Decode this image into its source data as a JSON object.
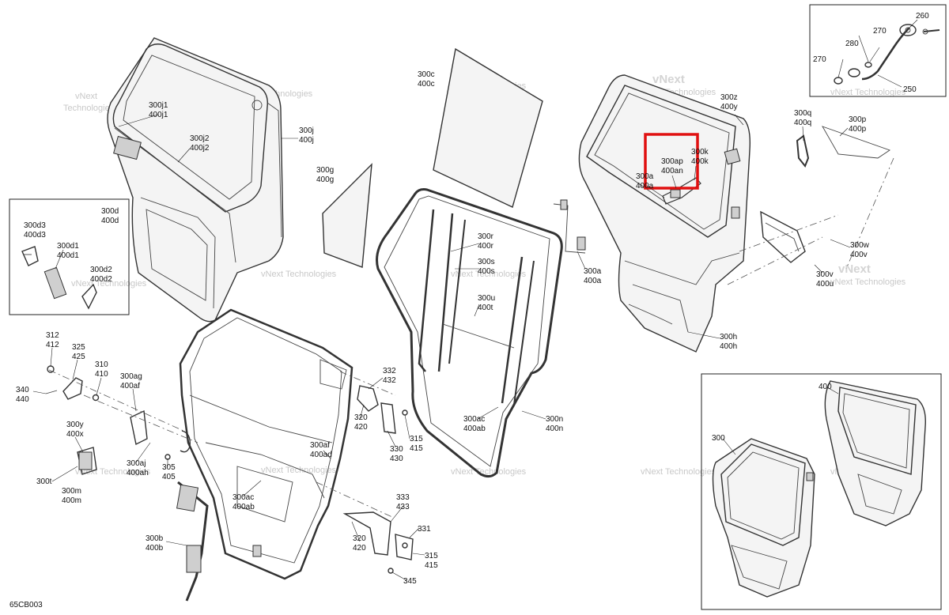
{
  "diagram_code": "65CB003",
  "watermark": {
    "line1": "vNext Technologies",
    "line2": "vNext",
    "line3": "Technologies"
  },
  "labels": {
    "l_300j1": "300j1",
    "l_400j1": "400j1",
    "l_300j2": "300j2",
    "l_400j2": "400j2",
    "l_300j": "300j",
    "l_400j": "400j",
    "l_300d": "300d",
    "l_400d": "400d",
    "l_300d3": "300d3",
    "l_400d3": "400d3",
    "l_300d1": "300d1",
    "l_400d1": "400d1",
    "l_300d2": "300d2",
    "l_400d2": "400d2",
    "l_300g": "300g",
    "l_400g": "400g",
    "l_300c": "300c",
    "l_400c": "400c",
    "l_300r": "300r",
    "l_400r": "400r",
    "l_300s": "300s",
    "l_400s": "400s",
    "l_300u": "300u",
    "l_400t": "400t",
    "l_300a_r": "300a",
    "l_400a_r": "400a",
    "l_300ac_r": "300ac",
    "l_400ab_r": "400ab",
    "l_300n": "300n",
    "l_400n": "400n",
    "l_300z": "300z",
    "l_400y": "400y",
    "l_300ap": "300ap",
    "l_400an": "400an",
    "l_300k": "300k",
    "l_400k": "400k",
    "l_300a_h": "300a",
    "l_400a_h": "400a",
    "l_300q": "300q",
    "l_400q": "400q",
    "l_300p": "300p",
    "l_400p": "400p",
    "l_300w": "300w",
    "l_400v": "400v",
    "l_300v": "300v",
    "l_400u": "400u",
    "l_300h": "300h",
    "l_400h": "400h",
    "l_260": "260",
    "l_270a": "270",
    "l_280": "280",
    "l_270b": "270",
    "l_250": "250",
    "l_312": "312",
    "l_412": "412",
    "l_325": "325",
    "l_425": "425",
    "l_310": "310",
    "l_410": "410",
    "l_340": "340",
    "l_440": "440",
    "l_300ag": "300ag",
    "l_400af": "400af",
    "l_300y": "300y",
    "l_400x": "400x",
    "l_300aj": "300aj",
    "l_400ah": "400ah",
    "l_305": "305",
    "l_405": "405",
    "l_300t": "300t",
    "l_300m": "300m",
    "l_400m": "400m",
    "l_300b": "300b",
    "l_400b": "400b",
    "l_332": "332",
    "l_432": "432",
    "l_320a": "320",
    "l_420a": "420",
    "l_330": "330",
    "l_430": "430",
    "l_315a": "315",
    "l_415a": "415",
    "l_300af": "300af",
    "l_400ad": "400ad",
    "l_300ac_l": "300ac",
    "l_400ab_l": "400ab",
    "l_333": "333",
    "l_433": "433",
    "l_331": "331",
    "l_320b": "320",
    "l_420b": "420",
    "l_315b": "315",
    "l_415b": "415",
    "l_345": "345",
    "l_400_inset": "400",
    "l_300_inset": "300"
  },
  "colors": {
    "highlight": "#e01010",
    "line": "#333333",
    "watermark": "#c8c8c8"
  }
}
